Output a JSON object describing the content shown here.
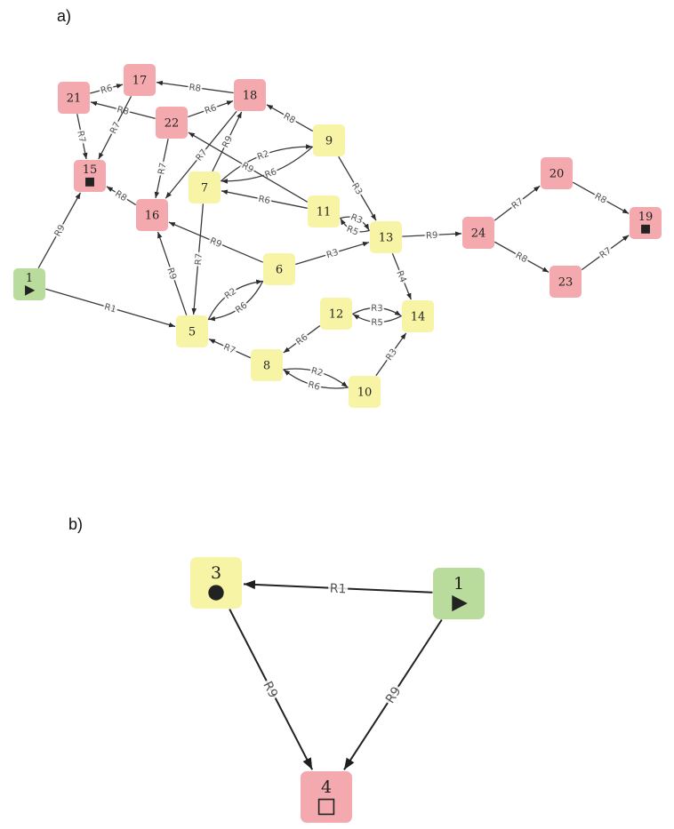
{
  "colors": {
    "start": "#b9dc9c",
    "intermediate": "#f7f4a6",
    "terminal": "#f3a9ad",
    "edge": "#3a3a3a"
  },
  "panels": [
    {
      "label": "a)",
      "nodes": [
        {
          "id": "21",
          "type": "terminal"
        },
        {
          "id": "17",
          "type": "terminal"
        },
        {
          "id": "18",
          "type": "terminal"
        },
        {
          "id": "22",
          "type": "terminal"
        },
        {
          "id": "15",
          "type": "terminal",
          "marker": "square-filled"
        },
        {
          "id": "16",
          "type": "terminal"
        },
        {
          "id": "7",
          "type": "intermediate"
        },
        {
          "id": "9",
          "type": "intermediate"
        },
        {
          "id": "11",
          "type": "intermediate"
        },
        {
          "id": "13",
          "type": "intermediate"
        },
        {
          "id": "24",
          "type": "terminal"
        },
        {
          "id": "20",
          "type": "terminal"
        },
        {
          "id": "19",
          "type": "terminal",
          "marker": "square-filled"
        },
        {
          "id": "23",
          "type": "terminal"
        },
        {
          "id": "1",
          "type": "start",
          "marker": "triangle"
        },
        {
          "id": "6",
          "type": "intermediate"
        },
        {
          "id": "5",
          "type": "intermediate"
        },
        {
          "id": "12",
          "type": "intermediate"
        },
        {
          "id": "14",
          "type": "intermediate"
        },
        {
          "id": "8",
          "type": "intermediate"
        },
        {
          "id": "10",
          "type": "intermediate"
        }
      ],
      "edges": [
        {
          "from": "21",
          "to": "17",
          "label": "R6"
        },
        {
          "from": "18",
          "to": "17",
          "label": "R8"
        },
        {
          "from": "22",
          "to": "21",
          "label": "R8"
        },
        {
          "from": "22",
          "to": "18",
          "label": "R6"
        },
        {
          "from": "21",
          "to": "15",
          "label": "R7"
        },
        {
          "from": "17",
          "to": "15",
          "label": "R7"
        },
        {
          "from": "22",
          "to": "16",
          "label": "R7"
        },
        {
          "from": "16",
          "to": "15",
          "label": "R8"
        },
        {
          "from": "18",
          "to": "16",
          "label": "R7"
        },
        {
          "from": "9",
          "to": "18",
          "label": "R8"
        },
        {
          "from": "7",
          "to": "18",
          "label": "R9"
        },
        {
          "from": "7",
          "to": "9",
          "label": "R2"
        },
        {
          "from": "9",
          "to": "7",
          "label": "R6"
        },
        {
          "from": "11",
          "to": "22",
          "label": "R9"
        },
        {
          "from": "11",
          "to": "7",
          "label": "R6"
        },
        {
          "from": "11",
          "to": "13",
          "label": "R3"
        },
        {
          "from": "13",
          "to": "11",
          "label": "R5"
        },
        {
          "from": "9",
          "to": "13",
          "label": "R3"
        },
        {
          "from": "13",
          "to": "24",
          "label": "R9"
        },
        {
          "from": "13",
          "to": "14",
          "label": "R4"
        },
        {
          "from": "24",
          "to": "20",
          "label": "R7"
        },
        {
          "from": "20",
          "to": "19",
          "label": "R8"
        },
        {
          "from": "24",
          "to": "23",
          "label": "R8"
        },
        {
          "from": "23",
          "to": "19",
          "label": "R7"
        },
        {
          "from": "1",
          "to": "15",
          "label": "R9"
        },
        {
          "from": "1",
          "to": "5",
          "label": "R1"
        },
        {
          "from": "7",
          "to": "5",
          "label": "R7"
        },
        {
          "from": "5",
          "to": "16",
          "label": "R9"
        },
        {
          "from": "6",
          "to": "16",
          "label": "R9"
        },
        {
          "from": "6",
          "to": "13",
          "label": "R3"
        },
        {
          "from": "5",
          "to": "6",
          "label": "R2"
        },
        {
          "from": "6",
          "to": "5",
          "label": "R6"
        },
        {
          "from": "12",
          "to": "14",
          "label": "R3"
        },
        {
          "from": "14",
          "to": "12",
          "label": "R5"
        },
        {
          "from": "12",
          "to": "8",
          "label": "R6"
        },
        {
          "from": "8",
          "to": "5",
          "label": "R7"
        },
        {
          "from": "8",
          "to": "10",
          "label": "R2"
        },
        {
          "from": "10",
          "to": "8",
          "label": "R6"
        },
        {
          "from": "10",
          "to": "14",
          "label": "R3"
        }
      ]
    },
    {
      "label": "b)",
      "nodes": [
        {
          "id": "3",
          "type": "intermediate",
          "marker": "circle-filled"
        },
        {
          "id": "1",
          "type": "start",
          "marker": "triangle"
        },
        {
          "id": "4",
          "type": "terminal",
          "marker": "square-open"
        }
      ],
      "edges": [
        {
          "from": "1",
          "to": "3",
          "label": "R1"
        },
        {
          "from": "3",
          "to": "4",
          "label": "R9"
        },
        {
          "from": "1",
          "to": "4",
          "label": "R9"
        }
      ]
    }
  ]
}
